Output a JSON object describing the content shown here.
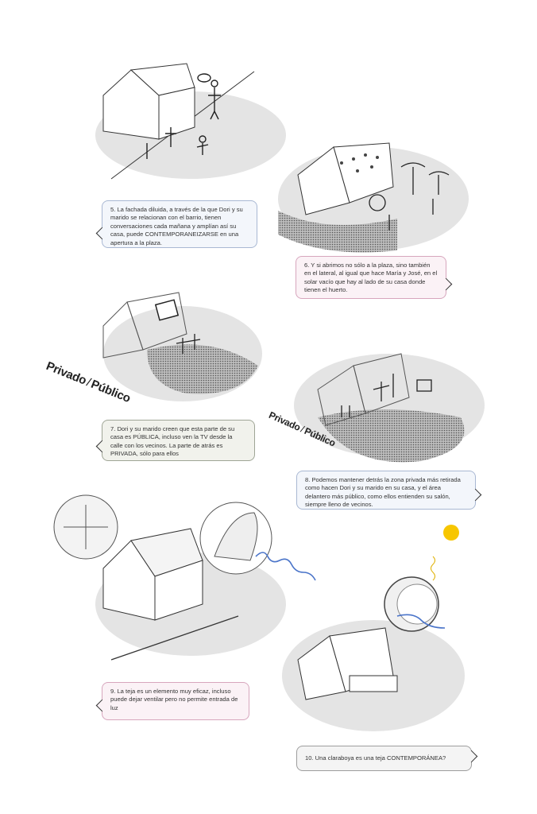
{
  "captions": [
    {
      "id": "5",
      "text": "5. La fachada diluida, a través de la que Dori y su marido se relacionan con el barrio, tienen conversaciones cada mañana y amplían así su casa, puede CONTEMPORANEIZARSE en una apertura a la plaza."
    },
    {
      "id": "6",
      "text": "6. Y si abrimos no sólo a la plaza, sino también en el lateral, al igual que hace María y José, en el solar vacío que hay al lado de su casa donde tienen el huerto."
    },
    {
      "id": "7",
      "text": "7. Dori y su marido creen que esta parte de su casa es PÚBLICA, incluso ven la TV desde la calle con los vecinos. La parte de atrás es PRIVADA, sólo para ellos"
    },
    {
      "id": "8",
      "text": "8. Podemos mantener detrás la zona privada más retirada como hacen Dori y su marido en su casa, y el área delantero más público, como ellos entienden su salón, siempre lleno de vecinos."
    },
    {
      "id": "9",
      "text": "9. La teja es un elemento muy eficaz, incluso puede dejar ventilar pero no permite entrada de luz"
    },
    {
      "id": "10",
      "text": "10. Una claraboya es una teja CONTEMPORÁNEA?"
    }
  ],
  "labels": {
    "privado": "Privado",
    "separator": "/",
    "publico": "Público"
  },
  "colors": {
    "ground": "#e4e4e4",
    "sun": "#f7c600",
    "wave": "#4a74c9"
  }
}
